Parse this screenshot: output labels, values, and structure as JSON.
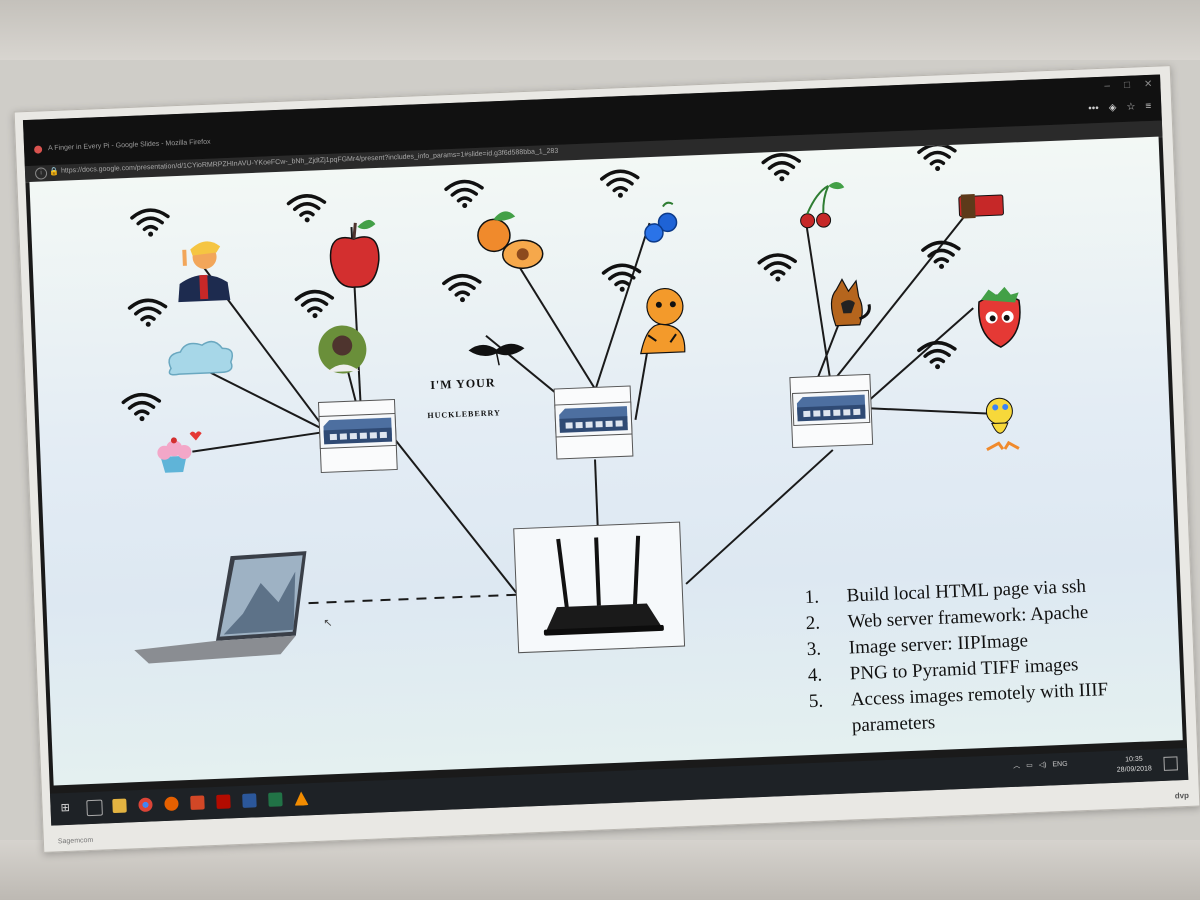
{
  "browser": {
    "window_title": "A Finger in Every Pi - Google Slides - Mozilla Firefox",
    "url": "https://docs.google.com/presentation/d/1CYioRMRPZHInAVU-YKoeFCw-_bNh_ZjdtZj1pqFGMr4/present?includes_info_params=1#slide=id.g3f6d588bba_1_283",
    "window_controls": [
      "–",
      "□",
      "✕"
    ]
  },
  "slide": {
    "diagram_label": {
      "line1": "I'M YOUR",
      "line2": "HUCKLEBERRY"
    },
    "steps": [
      {
        "num": "1.",
        "text": "Build local HTML page via ssh"
      },
      {
        "num": "2.",
        "text": "Web server framework: Apache"
      },
      {
        "num": "3.",
        "text": "Image server: IIPImage"
      },
      {
        "num": "4.",
        "text": "PNG to Pyramid TIFF images"
      },
      {
        "num": "5.",
        "text": "Access images remotely with IIIF parameters"
      }
    ],
    "device_icons": [
      "wifi-icon",
      "switch-icon",
      "router-icon",
      "laptop-icon",
      "trump-cartoon-icon",
      "cloud-icon",
      "cupcake-icon",
      "apple-icon",
      "person-avatar-icon",
      "peach-icon",
      "blueberry-icon",
      "tiger-icon",
      "cherry-icon",
      "chocolate-bar-icon",
      "dog-icon",
      "strawberry-icon",
      "tweety-icon"
    ]
  },
  "taskbar": {
    "tray_language": "ENG",
    "clock_time": "10:35",
    "clock_date": "28/09/2018"
  },
  "bezel": {
    "brand_left": "Sagemcom",
    "brand_right": "dvp"
  },
  "colors": {
    "slide_bg": "#e3ecf4",
    "switch_blue": "#3b5a86",
    "router_black": "#1a1a1a",
    "taskbar": "#1e2226"
  }
}
